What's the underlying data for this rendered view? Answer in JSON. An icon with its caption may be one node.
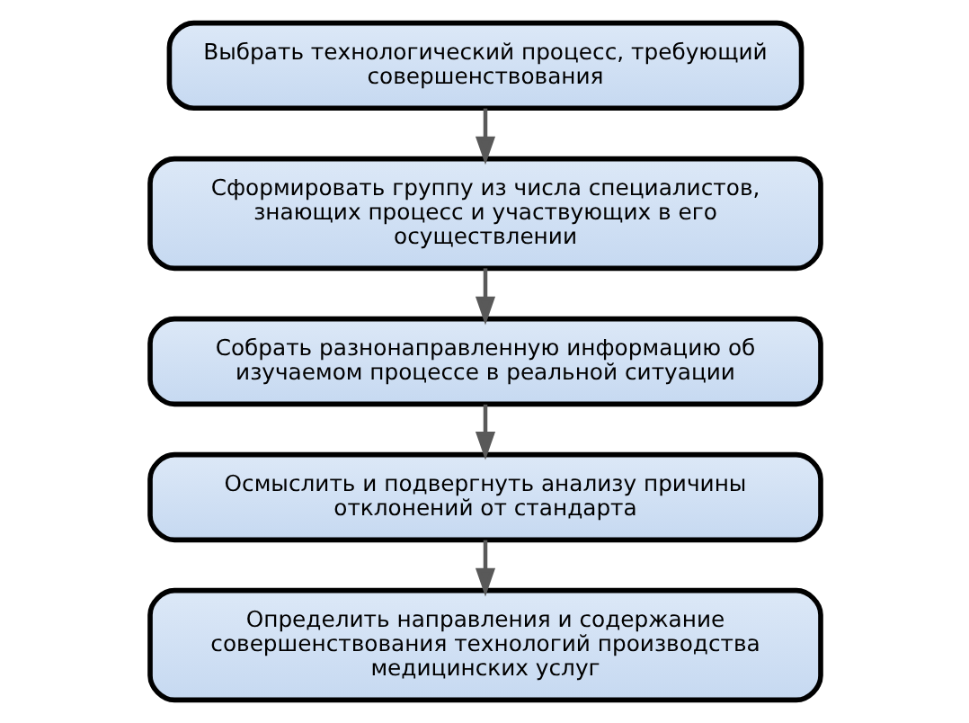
{
  "diagram": {
    "nodes": [
      {
        "text": [
          "Выбрать технологический процесс, требующий совершенствования"
        ]
      },
      {
        "text": [
          "Сформировать группу из числа специалистов, знающих процесс и участвующих в его осуществлении"
        ]
      },
      {
        "text": [
          "Собрать разнонаправленную информацию об изучаемом процессе в реальной ситуации"
        ]
      },
      {
        "text": [
          "Осмыслить и подвергнуть анализу причины отклонений от стандарта"
        ]
      },
      {
        "text": [
          "Определить направления и содержание совершенствования технологий производства медицинских услуг"
        ]
      }
    ],
    "edges": [
      {
        "from": 0,
        "to": 1,
        "arrow": "to"
      },
      {
        "from": 1,
        "to": 2,
        "arrow": "to"
      },
      {
        "from": 2,
        "to": 3,
        "arrow": "to"
      },
      {
        "from": 3,
        "to": 4,
        "arrow": "to"
      }
    ]
  }
}
